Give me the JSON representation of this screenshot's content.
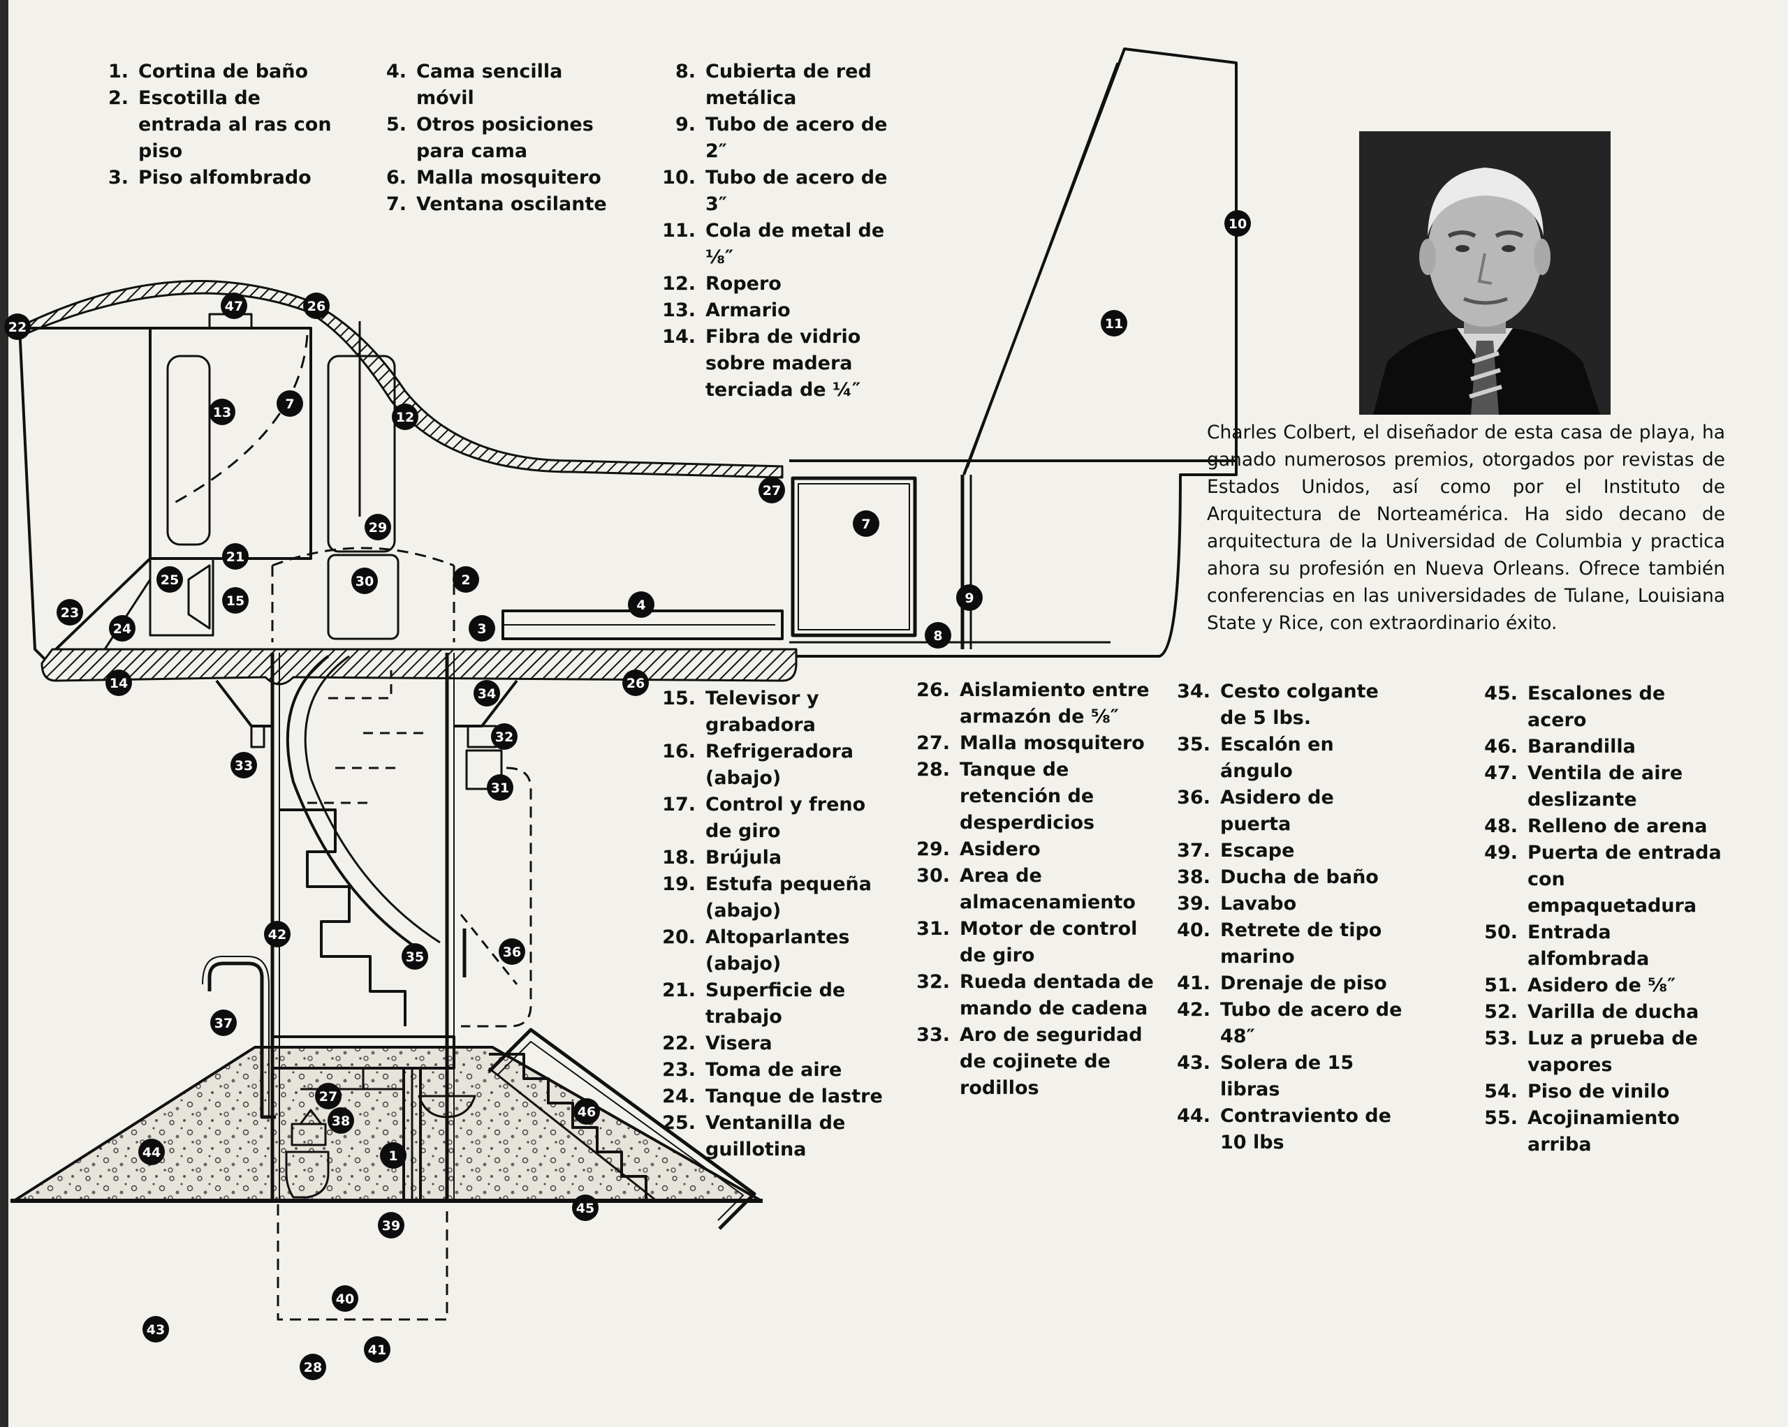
{
  "legend_top_a": [
    {
      "n": "1.",
      "t": "Cortina de baño"
    },
    {
      "n": "2.",
      "t": "Escotilla de entrada al ras con piso"
    },
    {
      "n": "3.",
      "t": "Piso  alfombrado"
    }
  ],
  "legend_top_b": [
    {
      "n": "4.",
      "t": "Cama sencilla móvil"
    },
    {
      "n": "5.",
      "t": "Otros  posiciones para cama"
    },
    {
      "n": "6.",
      "t": "Malla mosquitero"
    },
    {
      "n": "7.",
      "t": "Ventana oscilante"
    }
  ],
  "legend_top_c": [
    {
      "n": "8.",
      "t": "Cubierta de red metálica"
    },
    {
      "n": "9.",
      "t": "Tubo de acero de 2″"
    },
    {
      "n": "10.",
      "t": "Tubo de acero de 3″"
    },
    {
      "n": "11.",
      "t": "Cola de metal de ⅛″"
    },
    {
      "n": "12.",
      "t": "Ropero"
    },
    {
      "n": "13.",
      "t": "Armario"
    },
    {
      "n": "14.",
      "t": "Fibra de vidrio sobre madera terciada de ¼″"
    }
  ],
  "legend_bottom_a": [
    {
      "n": "15.",
      "t": "Televisor y grabadora"
    },
    {
      "n": "16.",
      "t": "Refrigeradora (abajo)"
    },
    {
      "n": "17.",
      "t": "Control y freno de giro"
    },
    {
      "n": "18.",
      "t": "Brújula"
    },
    {
      "n": "19.",
      "t": "Estufa pequeña (abajo)"
    },
    {
      "n": "20.",
      "t": "Altoparlantes (abajo)"
    },
    {
      "n": "21.",
      "t": "Superficie de trabajo"
    },
    {
      "n": "22.",
      "t": "Visera"
    },
    {
      "n": "23.",
      "t": "Toma de aire"
    },
    {
      "n": "24.",
      "t": "Tanque de lastre"
    },
    {
      "n": "25.",
      "t": "Ventanilla de guillotina"
    }
  ],
  "legend_bottom_b": [
    {
      "n": "26.",
      "t": "Aislamiento entre armazón de ⅝″"
    },
    {
      "n": "27.",
      "t": "Malla mosquitero"
    },
    {
      "n": "28.",
      "t": "Tanque de retención de desperdicios"
    },
    {
      "n": "29.",
      "t": "Asidero"
    },
    {
      "n": "30.",
      "t": "Area de almacenamiento"
    },
    {
      "n": "31.",
      "t": "Motor de control de giro"
    },
    {
      "n": "32.",
      "t": "Rueda dentada de mando de cadena"
    },
    {
      "n": "33.",
      "t": "Aro de seguridad de cojinete de rodillos"
    }
  ],
  "legend_bottom_c": [
    {
      "n": "34.",
      "t": "Cesto colgante de 5 lbs."
    },
    {
      "n": "35.",
      "t": "Escalón en ángulo"
    },
    {
      "n": "36.",
      "t": "Asidero de puerta"
    },
    {
      "n": "37.",
      "t": "Escape"
    },
    {
      "n": "38.",
      "t": "Ducha de baño"
    },
    {
      "n": "39.",
      "t": "Lavabo"
    },
    {
      "n": "40.",
      "t": "Retrete de tipo marino"
    },
    {
      "n": "41.",
      "t": "Drenaje de piso"
    },
    {
      "n": "42.",
      "t": "Tubo de acero de 48″"
    },
    {
      "n": "43.",
      "t": "Solera de 15 libras"
    },
    {
      "n": "44.",
      "t": "Contraviento de 10 lbs"
    }
  ],
  "legend_bottom_d": [
    {
      "n": "45.",
      "t": "Escalones de acero"
    },
    {
      "n": "46.",
      "t": "Barandilla"
    },
    {
      "n": "47.",
      "t": "Ventila de aire deslizante"
    },
    {
      "n": "48.",
      "t": "Relleno de arena"
    },
    {
      "n": "49.",
      "t": "Puerta de entrada con empaquetadura"
    },
    {
      "n": "50.",
      "t": "Entrada alfombrada"
    },
    {
      "n": "51.",
      "t": "Asidero de ⅝″"
    },
    {
      "n": "52.",
      "t": "Varilla de ducha"
    },
    {
      "n": "53.",
      "t": "Luz a prueba de vapores"
    },
    {
      "n": "54.",
      "t": "Piso de vinilo"
    },
    {
      "n": "55.",
      "t": "Acojinamiento arriba"
    }
  ],
  "caption": "Charles Colbert, el diseñador de esta casa de playa, ha ganado numerosos premios, otorgados por revistas de Estados Unidos, así como por el Instituto de Arquitectura de Norteamérica. Ha sido decano de arquitectura de la Universidad de Columbia y practica ahora su profesión en Nueva Orleans. Ofrece también conferencias en las universidades de Tulane, Louisiana State y Rice, con extraordinario éxito.",
  "markers": [
    "1",
    "2",
    "3",
    "4",
    "7",
    "7",
    "8",
    "9",
    "10",
    "11",
    "12",
    "13",
    "14",
    "15",
    "21",
    "22",
    "23",
    "24",
    "25",
    "26",
    "26",
    "27",
    "27",
    "28",
    "29",
    "30",
    "31",
    "32",
    "33",
    "34",
    "35",
    "36",
    "37",
    "38",
    "39",
    "40",
    "41",
    "42",
    "43",
    "44",
    "45",
    "46",
    "47"
  ],
  "colors": {
    "ink": "#111111",
    "paper": "#f2f1ec",
    "marker": "#0d0d0d",
    "sand": "#d9d6cc"
  }
}
